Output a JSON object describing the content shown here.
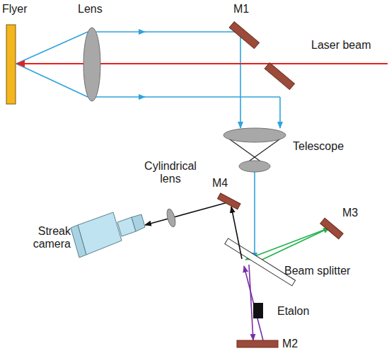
{
  "diagram": {
    "labels": [
      "Flyer",
      "Lens",
      "M1",
      "Laser beam",
      "Telescope",
      "Cylindrical lens",
      "M4",
      "M3",
      "Streak camera",
      "Beam splitter",
      "Etalon",
      "M2"
    ]
  }
}
